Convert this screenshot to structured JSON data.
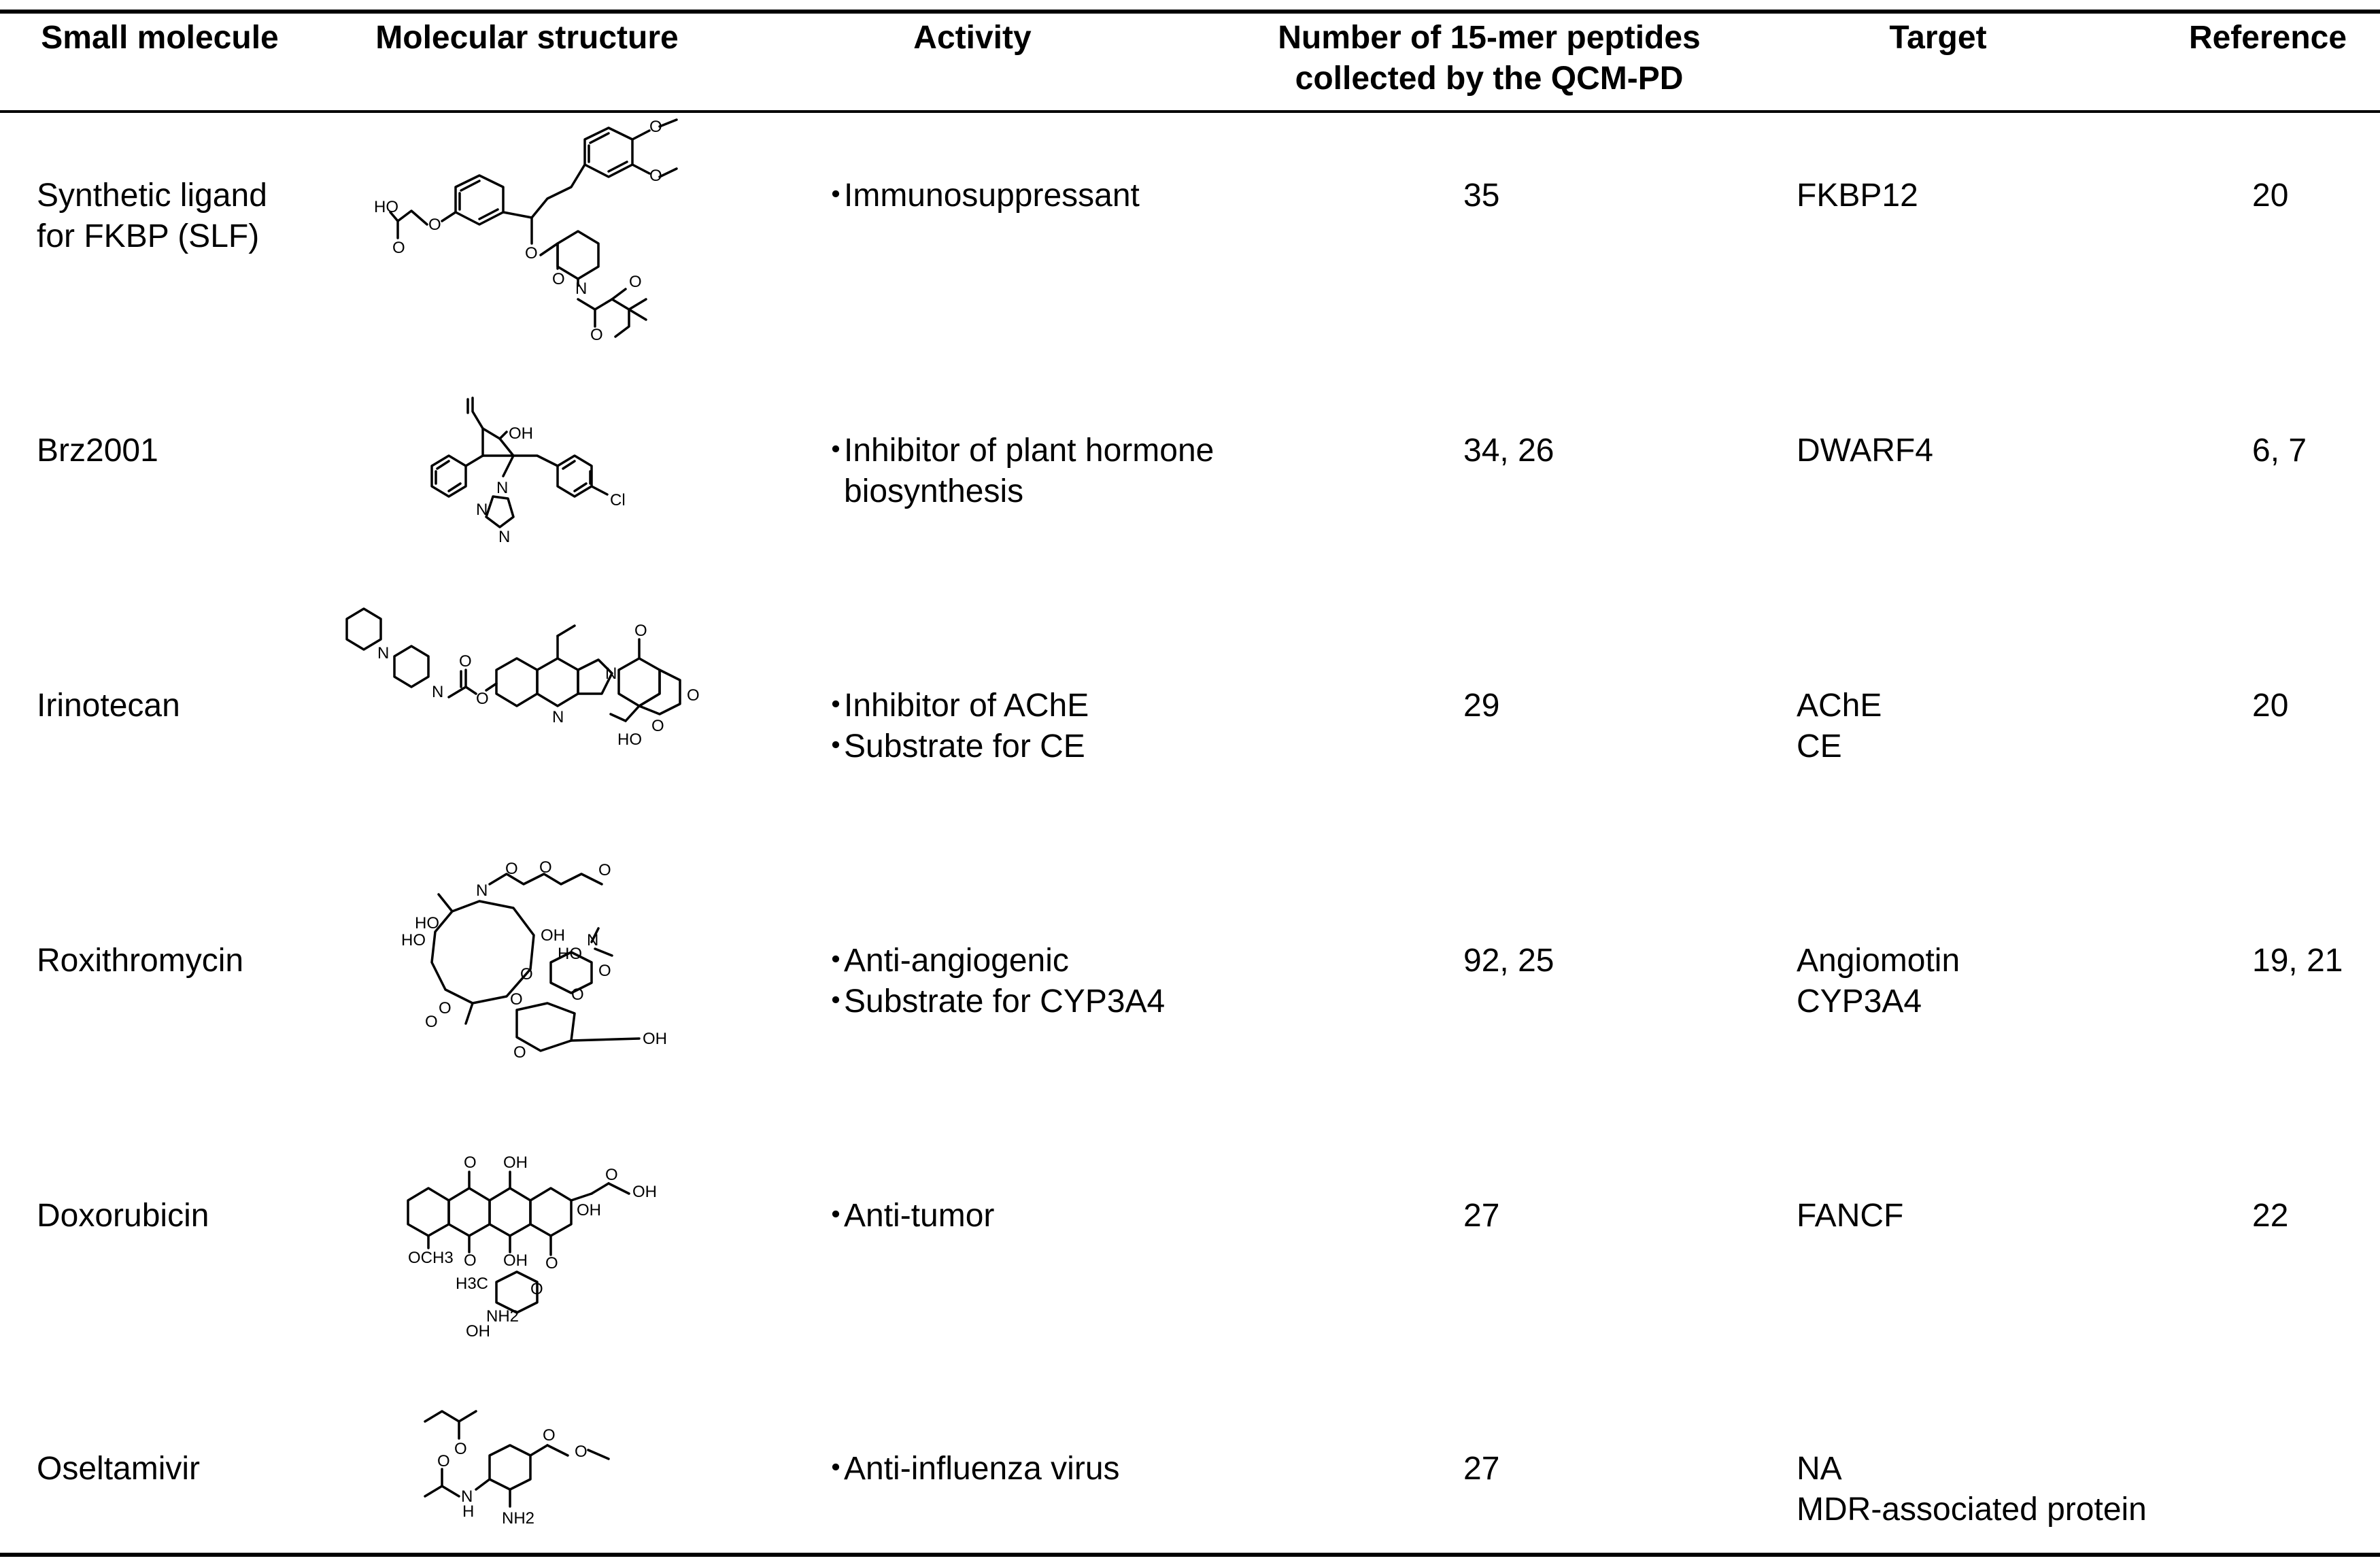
{
  "headers": {
    "small_molecule": "Small molecule",
    "structure": "Molecular structure",
    "activity": "Activity",
    "peptides_line1": "Number of 15-mer peptides",
    "peptides_line2": "collected by the QCM-PD",
    "target": "Target",
    "reference": "Reference"
  },
  "bullet": "・",
  "rows": [
    {
      "name_lines": [
        "Synthetic ligand",
        "for FKBP (SLF)"
      ],
      "activity": [
        [
          "Immunosuppressant"
        ]
      ],
      "peptides": "35",
      "targets": [
        "FKBP12"
      ],
      "reference": "20",
      "structure_icon": "slf-structure",
      "atom_labels": [
        "HO",
        "O",
        "O",
        "O",
        "O",
        "O",
        "O",
        "N",
        "O",
        "O"
      ]
    },
    {
      "name_lines": [
        "Brz2001"
      ],
      "activity": [
        [
          "Inhibitor of plant hormone",
          "biosynthesis"
        ]
      ],
      "peptides": "34, 26",
      "targets": [
        "DWARF4"
      ],
      "reference": "6, 7",
      "structure_icon": "brz2001-structure",
      "atom_labels": [
        "OH",
        "N",
        "N",
        "N",
        "Cl"
      ]
    },
    {
      "name_lines": [
        "Irinotecan"
      ],
      "activity": [
        [
          "Inhibitor of AChE"
        ],
        [
          "Substrate for CE"
        ]
      ],
      "peptides": "29",
      "targets": [
        "AChE",
        "CE"
      ],
      "reference": "20",
      "structure_icon": "irinotecan-structure",
      "atom_labels": [
        "N",
        "N",
        "O",
        "O",
        "N",
        "N",
        "O",
        "O",
        "O",
        "HO"
      ]
    },
    {
      "name_lines": [
        "Roxithromycin"
      ],
      "activity": [
        [
          "Anti-angiogenic"
        ],
        [
          "Substrate for CYP3A4"
        ]
      ],
      "peptides": "92, 25",
      "targets": [
        "Angiomotin",
        "CYP3A4"
      ],
      "reference": "19, 21",
      "structure_icon": "roxithromycin-structure",
      "atom_labels": [
        "N",
        "O",
        "O",
        "O",
        "HO",
        "HO",
        "OH",
        "N",
        "HO",
        "O",
        "O",
        "O",
        "O",
        "O",
        "O",
        "OH"
      ]
    },
    {
      "name_lines": [
        "Doxorubicin"
      ],
      "activity": [
        [
          "Anti-tumor"
        ]
      ],
      "peptides": "27",
      "targets": [
        "FANCF"
      ],
      "reference": "22",
      "structure_icon": "doxorubicin-structure",
      "atom_labels": [
        "O",
        "OH",
        "O",
        "OH",
        "OH",
        "OCH3",
        "O",
        "OH",
        "O",
        "H3C",
        "O",
        "NH2",
        "OH"
      ]
    },
    {
      "name_lines": [
        "Oseltamivir"
      ],
      "activity": [
        [
          "Anti-influenza virus"
        ]
      ],
      "peptides": "27",
      "targets": [
        "NA",
        "MDR-associated protein"
      ],
      "reference": "",
      "structure_icon": "oseltamivir-structure",
      "atom_labels": [
        "O",
        "O",
        "O",
        "O",
        "N",
        "H",
        "NH2"
      ]
    }
  ]
}
